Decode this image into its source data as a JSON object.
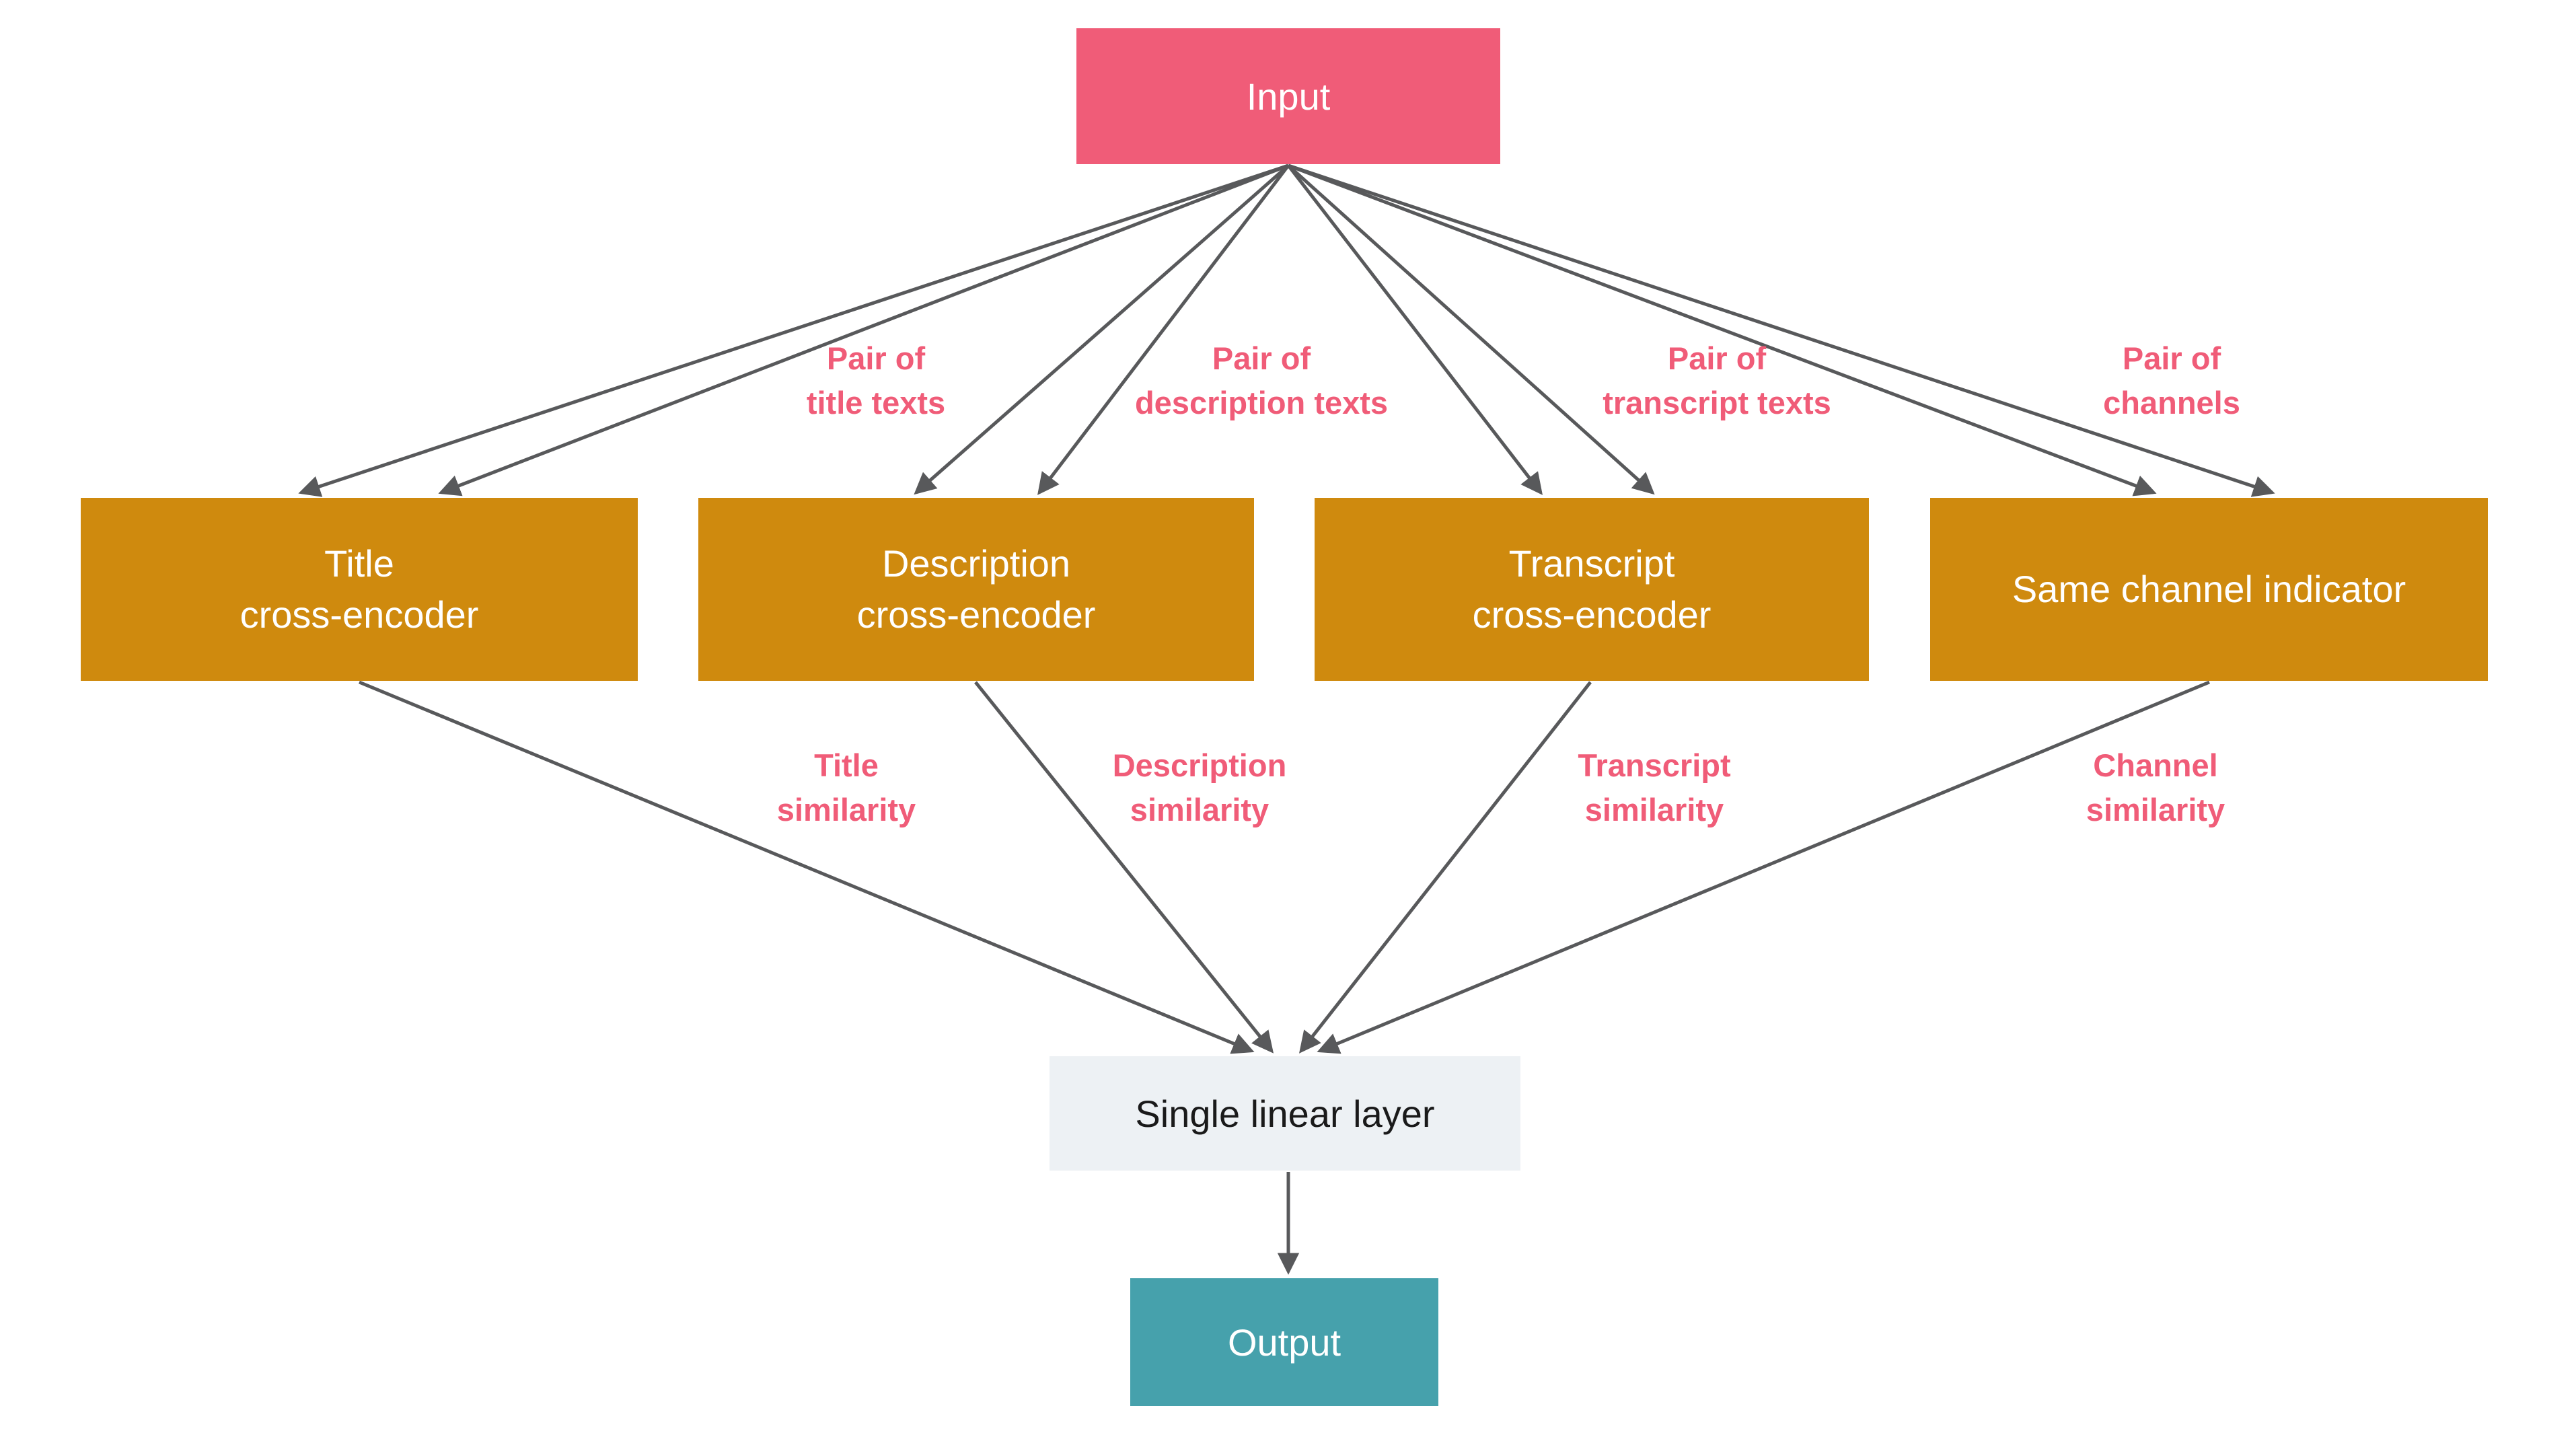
{
  "diagram": {
    "nodes": {
      "input": {
        "label": "Input",
        "color": "#f05c78"
      },
      "title_encoder": {
        "label": "Title\ncross-encoder",
        "color": "#cf8a0e"
      },
      "description_encoder": {
        "label": "Description\ncross-encoder",
        "color": "#cf8a0e"
      },
      "transcript_encoder": {
        "label": "Transcript\ncross-encoder",
        "color": "#cf8a0e"
      },
      "channel_indicator": {
        "label": "Same channel indicator",
        "color": "#cf8a0e"
      },
      "linear_layer": {
        "label": "Single linear layer",
        "color": "#edf1f4"
      },
      "output": {
        "label": "Output",
        "color": "#46a1ac"
      }
    },
    "edge_labels": {
      "pair_title": "Pair of\ntitle texts",
      "pair_description": "Pair of\ndescription texts",
      "pair_transcript": "Pair of\ntranscript texts",
      "pair_channels": "Pair of\nchannels",
      "sim_title": "Title\nsimilarity",
      "sim_description": "Description\nsimilarity",
      "sim_transcript": "Transcript\nsimilarity",
      "sim_channel": "Channel\nsimilarity"
    },
    "colors": {
      "arrow": "#58595b",
      "edge_label_text": "#f05c78"
    }
  }
}
